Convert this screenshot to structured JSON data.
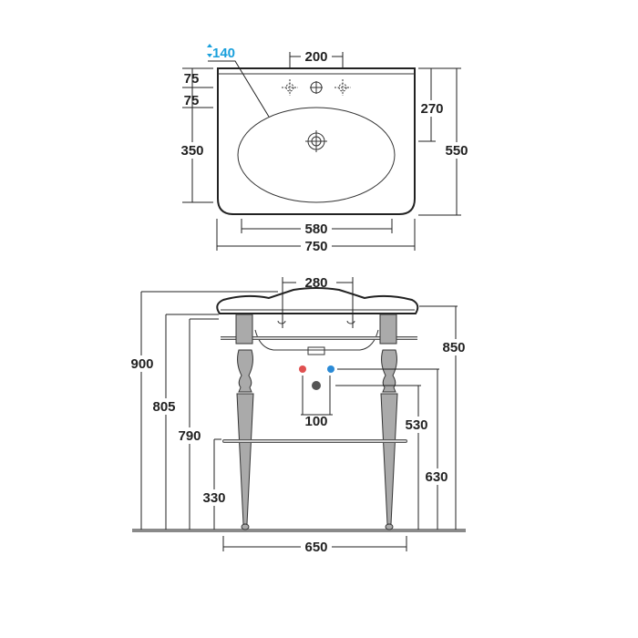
{
  "top_view": {
    "tap_spacing": "200",
    "tap_hole_diameter": "140",
    "back_to_tap_offset": "75",
    "tap_to_bowl_offset": "75",
    "bowl_depth": "350",
    "wall_to_drain": "270",
    "overall_depth": "550",
    "bowl_width": "580",
    "overall_width": "750"
  },
  "front_view": {
    "tap_holes_spacing": "280",
    "overall_height": "900",
    "rim_height": "850",
    "console_height": "805",
    "frame_height": "790",
    "supply_spacing": "100",
    "drain_height": "530",
    "supply_height": "630",
    "towel_bar_height": "330",
    "legs_spacing": "650"
  },
  "colors": {
    "hot": "#e05050",
    "cold": "#2a8ad6",
    "accent": "#1aa0dc",
    "floor": "#8a8a8a"
  }
}
